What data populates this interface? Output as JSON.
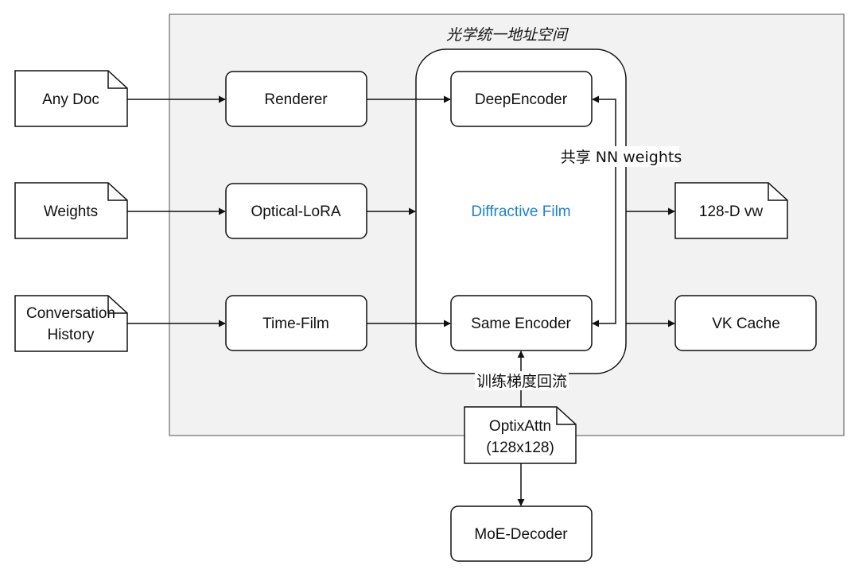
{
  "diagram": {
    "group_title": "光学统一地址空间",
    "core_label": "Diffractive Film",
    "shared_label": "共享 NN weights",
    "gradient_label": "训练梯度回流",
    "inputs": {
      "any_doc": "Any Doc",
      "weights": "Weights",
      "conversation_line1": "Conversation",
      "conversation_line2": "History"
    },
    "stages": {
      "renderer": "Renderer",
      "optical_lora": "Optical-LoRA",
      "time_film": "Time-Film",
      "deep_encoder": "DeepEncoder",
      "same_encoder": "Same Encoder"
    },
    "outputs": {
      "vector": "128-D vw",
      "vk_cache": "VK Cache"
    },
    "attention": {
      "line1": "OptixAttn",
      "line2": "(128x128)"
    },
    "decoder": "MoE-Decoder"
  },
  "colors": {
    "stroke": "#111111",
    "group_fill": "#f2f2f2",
    "group_stroke": "#888888",
    "core_text": "#1d7fd1",
    "box_fill": "#ffffff"
  }
}
